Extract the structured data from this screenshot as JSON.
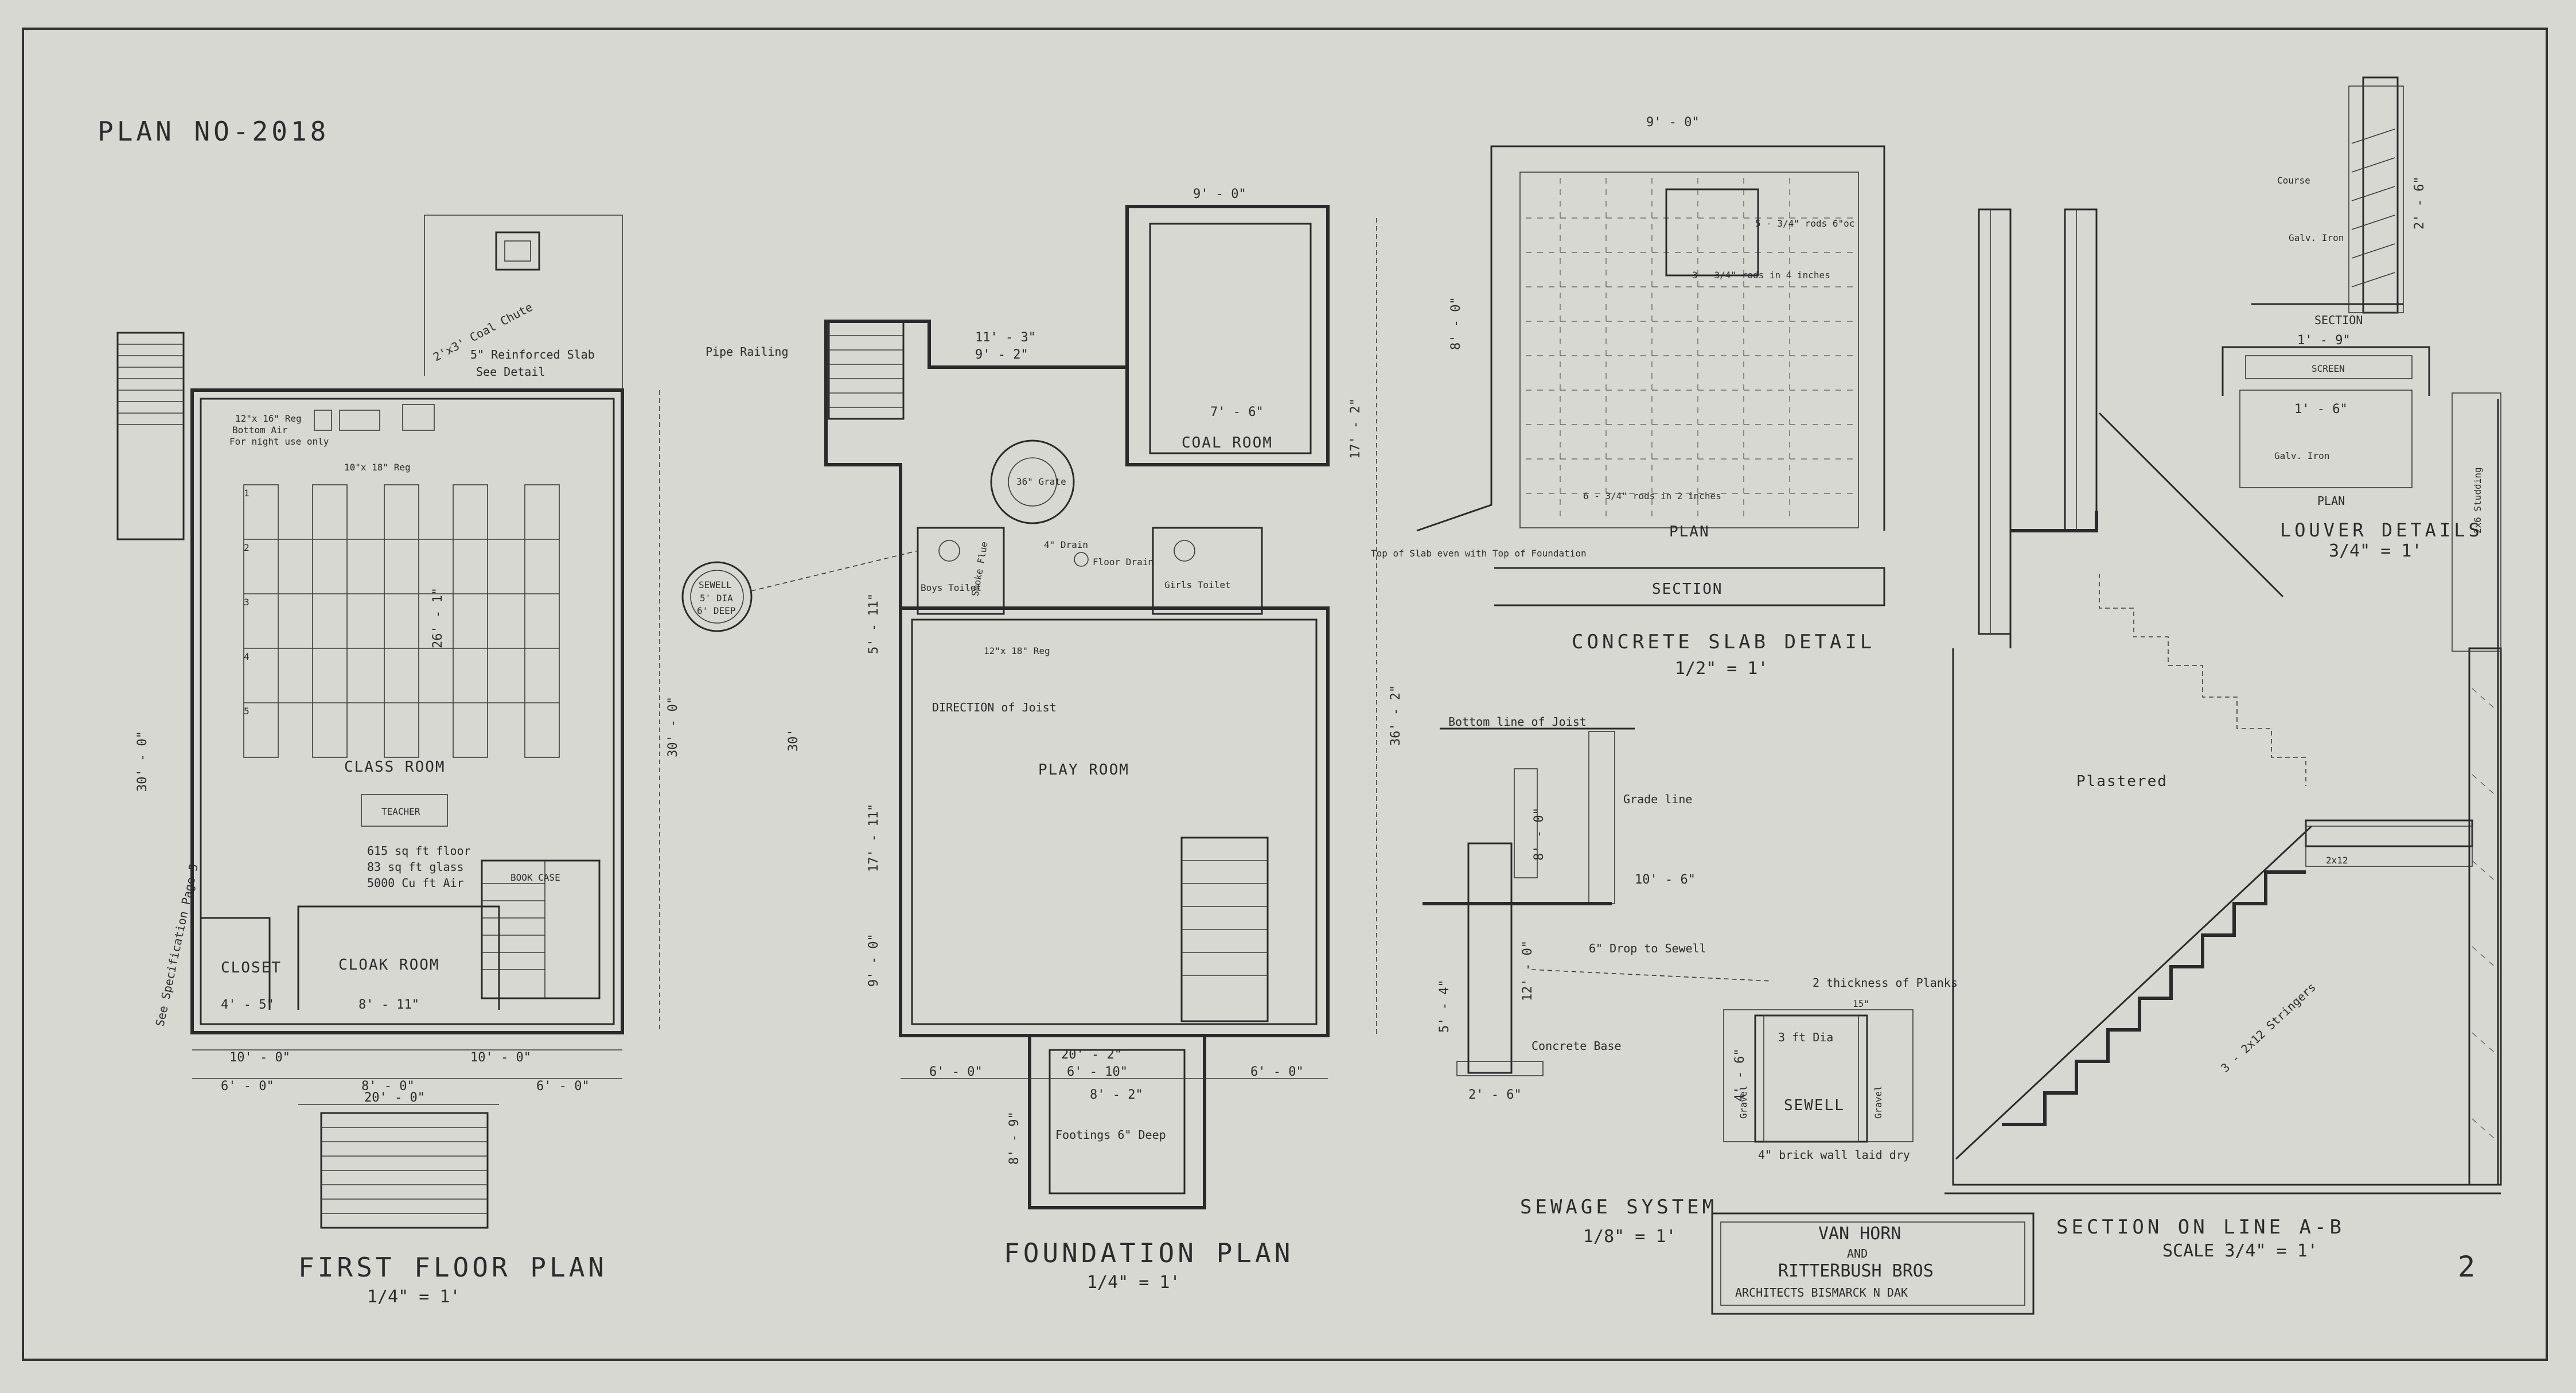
{
  "sheet": {
    "plan_no": "PLAN NO-2018",
    "sheet_number": "2",
    "colors": {
      "paper": "#d8d8d2",
      "ink": "#2a2a2a"
    }
  },
  "title_block": {
    "line1": "VAN HORN",
    "line2": "AND",
    "line3": "RITTERBUSH BROS",
    "line4": "ARCHITECTS   BISMARCK N DAK"
  },
  "first_floor": {
    "title": "FIRST FLOOR PLAN",
    "scale": "1/4\" = 1'",
    "class_room": "CLASS ROOM",
    "teacher": "TEACHER",
    "cloak_room": "CLOAK ROOM",
    "closet": "CLOSET",
    "area_lines": [
      "615 sq ft floor",
      "83 sq ft glass",
      "5000 Cu ft Air"
    ],
    "spec_note": "See Specification Page 5",
    "coal_chute": "2'x3' Coal Chute",
    "slab_note": "5\" Reinforced Slab",
    "slab_note2": "See Detail",
    "register1": "12\"x 16\" Reg",
    "register1b": "Bottom Air",
    "register1c": "For night use only",
    "register2": "10\"x 18\" Reg",
    "book_case": "BOOK CASE",
    "desk_numbers": [
      "1",
      "2",
      "3",
      "4",
      "5"
    ],
    "dims": {
      "w_total": "20' - 0\"",
      "l_total": "30' - 0\"",
      "d1": "10' - 0\"",
      "d2": "6' - 0\"",
      "d3": "8' - 0\"",
      "d4": "4' - 5\"",
      "d5": "8' - 11\"",
      "d6": "26' - 1\"",
      "d7": "10' - 0\"",
      "d8": "6' - 0\""
    }
  },
  "foundation": {
    "title": "FOUNDATION PLAN",
    "scale": "1/4\" = 1'",
    "play_room": "PLAY ROOM",
    "coal_room": "COAL ROOM",
    "boys_toilet": "Boys Toilet",
    "girls_toilet": "Girls Toilet",
    "direction_joist": "DIRECTION of Joist",
    "pipe_railing": "Pipe Railing",
    "drain": "4\" Drain",
    "floor_drain": "Floor Drain",
    "footings": "Footings 6\" Deep",
    "sewell_label": "SEWELL",
    "sewell_dia": "5' DIA",
    "sewell_deep": "6' DEEP",
    "smoke_flue": "Smoke Flue",
    "heater": "36\" Grate",
    "reg": "12\"x 18\" Reg",
    "dims": {
      "top": "9' - 0\"",
      "d11": "11' - 3\"",
      "d9": "9' - 2\"",
      "d76": "7' - 6\"",
      "d30": "30'",
      "d17": "17' - 2\"",
      "d17b": "17' - 11\"",
      "d36": "36' - 2\"",
      "d202": "20' - 2\"",
      "d6l": "6' - 0\"",
      "d610": "6' - 10\"",
      "d6r": "6' - 0\"",
      "d82": "8' - 2\"",
      "d89": "8' - 9\"",
      "d90": "9' - 0\"",
      "d511": "5' - 11\""
    }
  },
  "slab": {
    "title": "CONCRETE SLAB DETAIL",
    "scale": "1/2\" = 1'",
    "plan": "PLAN",
    "section": "SECTION",
    "top_dim": "9' - 0\"",
    "side_dim": "8' - 0\"",
    "rods1": "5 - 3/4\" rods 6\"oc",
    "rods2": "3 - 3/4\" rods in 4 inches",
    "rods3": "6 - 3/4\" rods in 2 inches",
    "note": "Top of Slab even with Top of Foundation"
  },
  "sewage": {
    "title": "SEWAGE SYSTEM",
    "scale": "1/8\" = 1'",
    "bottom_line": "Bottom line of Joist",
    "grade_line": "Grade line",
    "drop": "6\" Drop to Sewell",
    "thickness": "2 thickness of Planks",
    "sewell": "SEWELL",
    "dia": "3 ft Dia",
    "gravel": "Gravel",
    "brick": "4\" brick wall laid dry",
    "base": "Concrete Base",
    "dims": {
      "d80": "8' - 0\"",
      "d106": "10' - 6\"",
      "d120": "12' - 0\"",
      "d26": "2' - 6\"",
      "d54": "5' - 4\"",
      "d46": "4' - 6\"",
      "d15": "15\""
    }
  },
  "section_ab": {
    "title": "SECTION ON LINE A-B",
    "scale": "SCALE 3/4\" = 1'",
    "plastered": "Plastered",
    "stringers": "3 - 2x12 Stringers",
    "studding": "2x6 Studding",
    "step": "2x12"
  },
  "louver": {
    "title": "LOUVER DETAILS",
    "scale": "3/4\" = 1'",
    "section": "SECTION",
    "plan": "PLAN",
    "galv": "Galv. Iron",
    "galv2": "Galv. Iron",
    "course": "Course",
    "screen": "SCREEN",
    "d19": "1' - 9\"",
    "d16": "1' - 6\"",
    "d26": "2' - 6\""
  }
}
